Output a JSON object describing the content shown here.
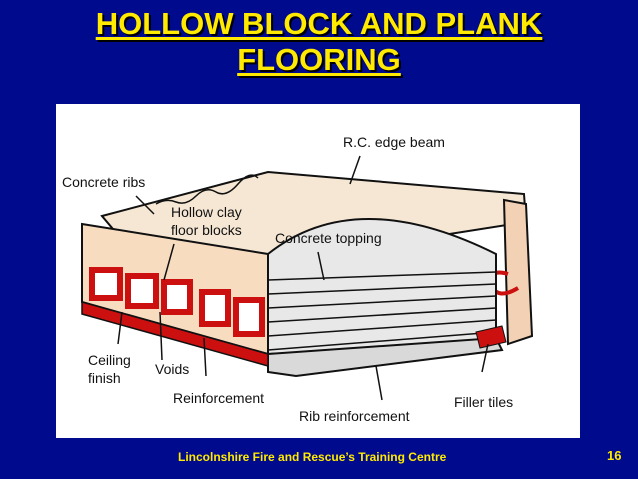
{
  "slide": {
    "title_line1": "HOLLOW BLOCK AND PLANK",
    "title_line2": "FLOORING",
    "footer": "Lincolnshire Fire and Rescue’s Training Centre",
    "page_number": "16"
  },
  "diagram": {
    "labels": {
      "rc_edge_beam": "R.C. edge beam",
      "concrete_ribs": "Concrete ribs",
      "hollow_clay_1": "Hollow clay",
      "hollow_clay_2": "floor blocks",
      "concrete_topping": "Concrete topping",
      "ceiling_finish_1": "Ceiling",
      "ceiling_finish_2": "finish",
      "voids": "Voids",
      "reinforcement": "Reinforcement",
      "rib_reinforcement": "Rib reinforcement",
      "filler_tiles": "Filler tiles"
    }
  },
  "colors": {
    "background": "#000a8c",
    "title": "#ffea00",
    "concrete": "#f7dcc0",
    "reinforcement_red": "#cc1010",
    "plank_grey": "#d9d9d9"
  }
}
